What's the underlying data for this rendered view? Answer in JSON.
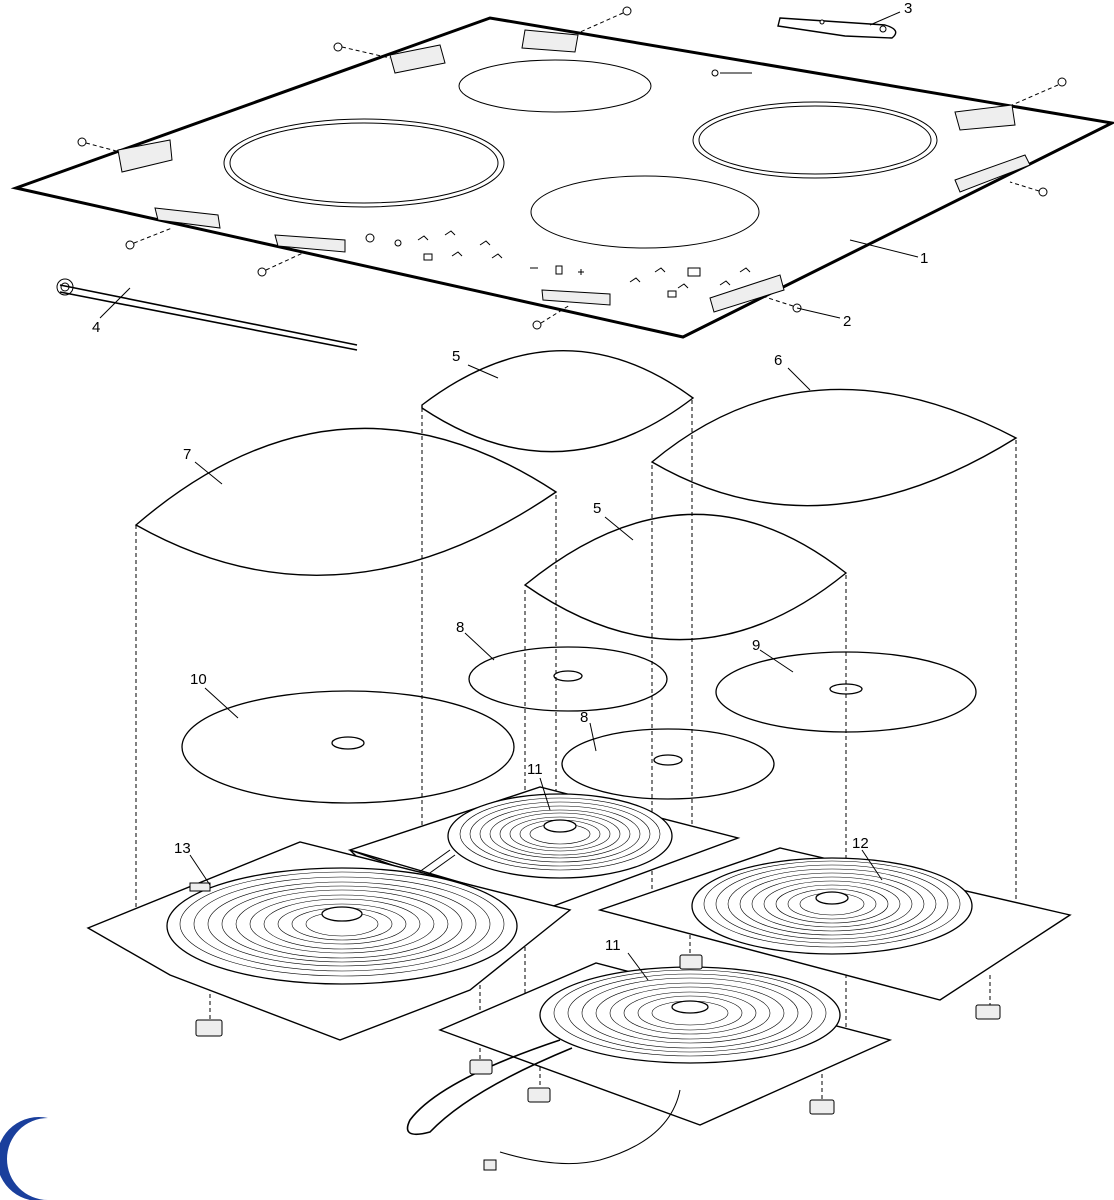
{
  "diagram": {
    "callouts": {
      "c1": "1",
      "c2": "2",
      "c3": "3",
      "c4": "4",
      "c5a": "5",
      "c5b": "5",
      "c6": "6",
      "c7": "7",
      "c8a": "8",
      "c8b": "8",
      "c9": "9",
      "c10": "10",
      "c11a": "11",
      "c11b": "11",
      "c12": "12",
      "c13": "13"
    },
    "logo_colors": [
      "#1a3f9c",
      "#e02020"
    ]
  }
}
